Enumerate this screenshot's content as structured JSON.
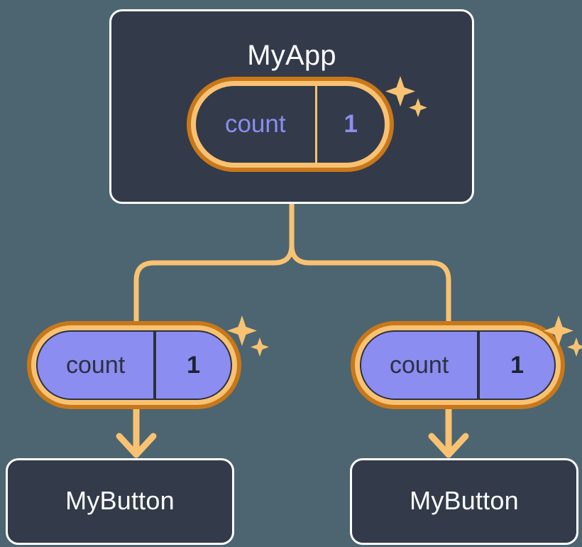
{
  "diagram": {
    "type": "component-tree",
    "background_color": "#4c6570",
    "palette": {
      "card_fill": "#333a4a",
      "card_border": "#ffffff",
      "signal_ring_outer": "#c8781a",
      "signal_ring_inner": "#f8c272",
      "signal_fill_purple": "#8b8df0",
      "signal_text_purple": "#8b8df0",
      "signal_text_dark": "#2b3140",
      "connector": "#f8c272"
    }
  },
  "root": {
    "title": "MyApp",
    "signal": {
      "name": "count",
      "value": "1",
      "variant": "dark"
    },
    "sparkle_icon": "sparkles-icon"
  },
  "children": [
    {
      "signal": {
        "name": "count",
        "value": "1",
        "variant": "purple"
      },
      "sparkle_icon": "sparkles-icon",
      "title": "MyButton"
    },
    {
      "signal": {
        "name": "count",
        "value": "1",
        "variant": "purple"
      },
      "sparkle_icon": "sparkles-icon",
      "title": "MyButton"
    }
  ],
  "connectors": {
    "trunk_label": "root-to-children",
    "arrow_label": "signal-to-button-arrow",
    "count": 5
  }
}
